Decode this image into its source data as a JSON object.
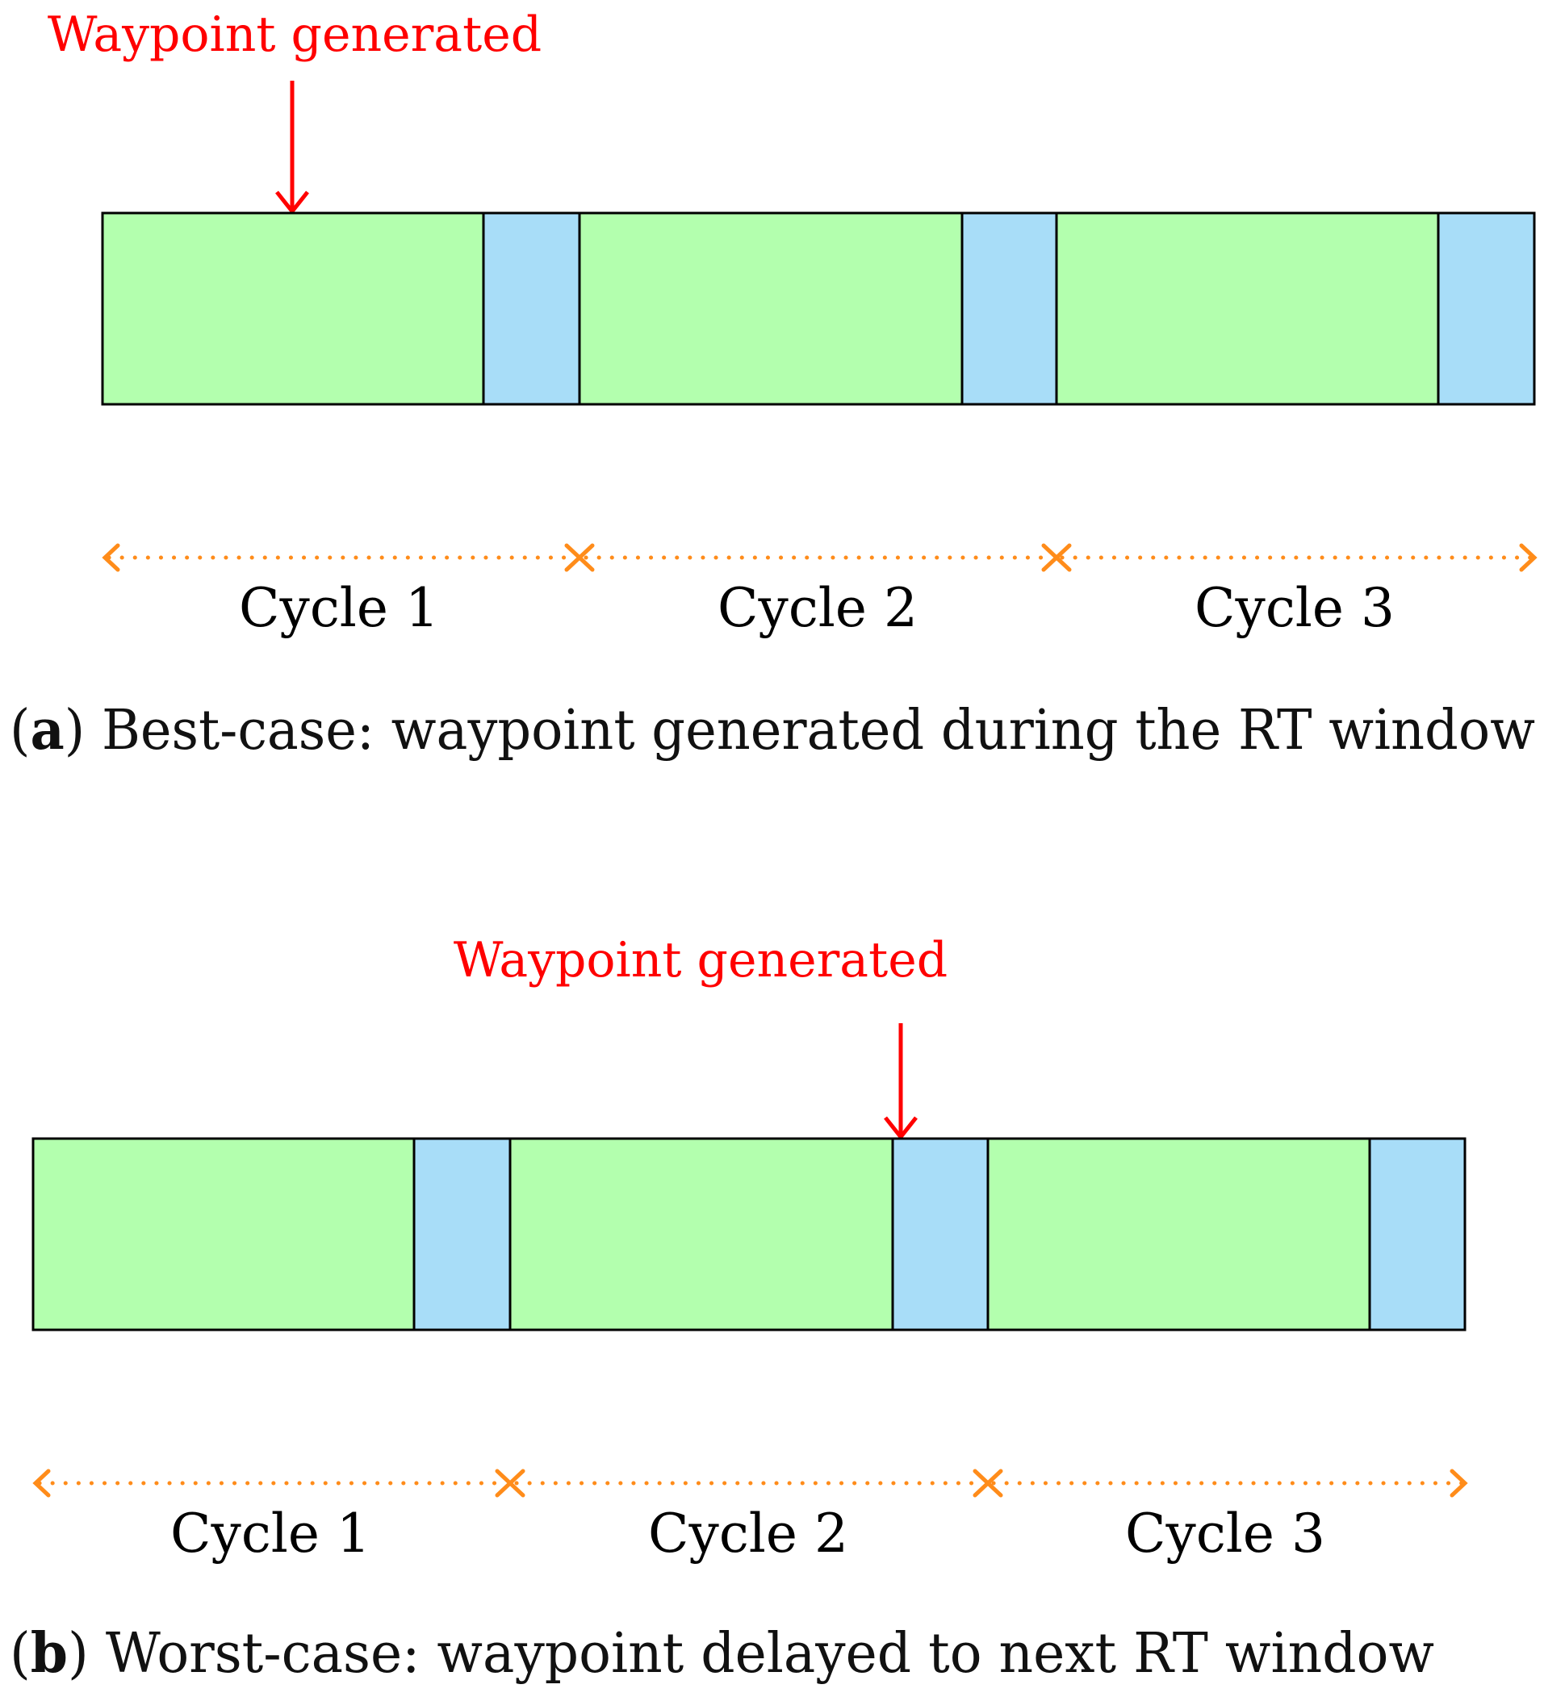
{
  "colors": {
    "compute": "#B3FFAE",
    "rt_window": "#A8DDF8",
    "outline": "#000000",
    "marker": "#FF0000",
    "cycle_arrow": "#FF8C1A"
  },
  "panels": [
    {
      "id": "a",
      "marker_label": "Waypoint generated",
      "cycle_labels": [
        "Cycle 1",
        "Cycle 2",
        "Cycle 3"
      ],
      "caption": {
        "open": "(",
        "letter": "a",
        "close": ")",
        "text": " Best-case: waypoint generated during the RT window"
      }
    },
    {
      "id": "b",
      "marker_label": "Waypoint generated",
      "cycle_labels": [
        "Cycle 1",
        "Cycle 2",
        "Cycle 3"
      ],
      "caption": {
        "open": "(",
        "letter": "b",
        "close": ")",
        "text": " Worst-case: waypoint delayed to next RT window"
      }
    }
  ]
}
